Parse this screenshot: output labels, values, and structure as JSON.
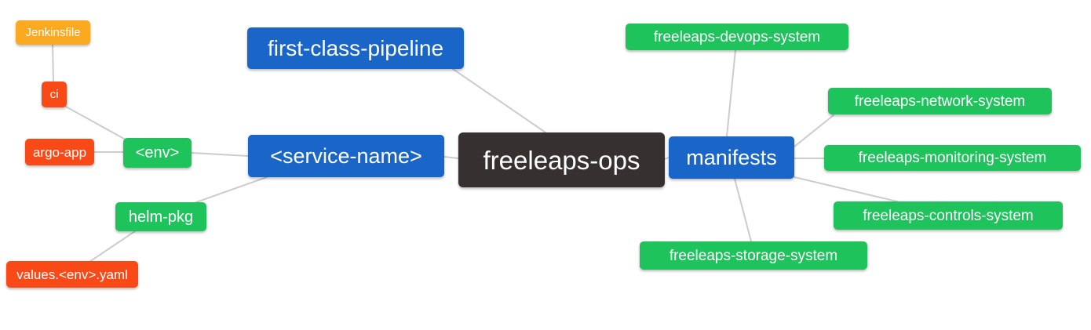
{
  "diagram": {
    "type": "mindmap",
    "root_label": "freeleaps-ops",
    "colors": {
      "orange": "#FAA920",
      "red": "#F94917",
      "green": "#1FC35C",
      "blue": "#1A66C8",
      "dark": "#363130",
      "edge": "#cccccc",
      "background": "#ffffff",
      "text": "#ffffff"
    },
    "nodes": {
      "jenkinsfile": {
        "label": "Jenkinsfile",
        "color": "orange"
      },
      "ci": {
        "label": "ci",
        "color": "red"
      },
      "argo_app": {
        "label": "argo-app",
        "color": "red"
      },
      "env": {
        "label": "<env>",
        "color": "green"
      },
      "helm_pkg": {
        "label": "helm-pkg",
        "color": "green"
      },
      "values_env_yaml": {
        "label": "values.<env>.yaml",
        "color": "red"
      },
      "first_class_pipeline": {
        "label": "first-class-pipeline",
        "color": "blue"
      },
      "service_name": {
        "label": "<service-name>",
        "color": "blue"
      },
      "freeleaps_ops": {
        "label": "freeleaps-ops",
        "color": "dark"
      },
      "manifests": {
        "label": "manifests",
        "color": "blue"
      },
      "devops_system": {
        "label": "freeleaps-devops-system",
        "color": "green"
      },
      "network_system": {
        "label": "freeleaps-network-system",
        "color": "green"
      },
      "monitoring_system": {
        "label": "freeleaps-monitoring-system",
        "color": "green"
      },
      "controls_system": {
        "label": "freeleaps-controls-system",
        "color": "green"
      },
      "storage_system": {
        "label": "freeleaps-storage-system",
        "color": "green"
      }
    },
    "edges": [
      {
        "from": "jenkinsfile",
        "to": "ci"
      },
      {
        "from": "ci",
        "to": "env"
      },
      {
        "from": "argo_app",
        "to": "env"
      },
      {
        "from": "env",
        "to": "service_name"
      },
      {
        "from": "helm_pkg",
        "to": "service_name"
      },
      {
        "from": "values_env_yaml",
        "to": "helm_pkg"
      },
      {
        "from": "first_class_pipeline",
        "to": "freeleaps_ops"
      },
      {
        "from": "service_name",
        "to": "freeleaps_ops"
      },
      {
        "from": "freeleaps_ops",
        "to": "manifests"
      },
      {
        "from": "manifests",
        "to": "devops_system"
      },
      {
        "from": "manifests",
        "to": "network_system"
      },
      {
        "from": "manifests",
        "to": "monitoring_system"
      },
      {
        "from": "manifests",
        "to": "controls_system"
      },
      {
        "from": "manifests",
        "to": "storage_system"
      }
    ]
  }
}
